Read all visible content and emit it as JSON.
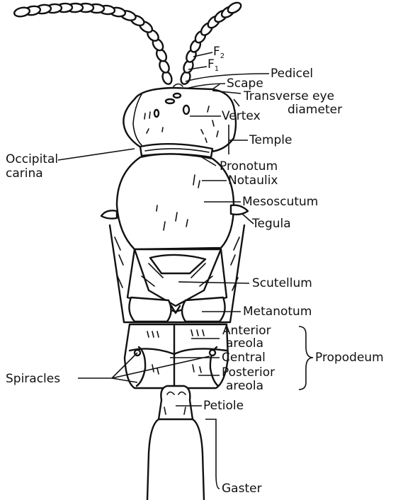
{
  "labels": {
    "f2": "F",
    "f2_sub": "2",
    "f1": "F",
    "f1_sub": "1",
    "pedicel": "Pedicel",
    "scape": "Scape",
    "transverse_eye_1": "Transverse eye",
    "transverse_eye_2": "diameter",
    "vertex": "Vertex",
    "temple": "Temple",
    "occipital_1": "Occipital",
    "occipital_2": "carina",
    "pronotum": "Pronotum",
    "notaulix": "Notaulix",
    "mesoscutum": "Mesoscutum",
    "tegula": "Tegula",
    "scutellum": "Scutellum",
    "metanotum": "Metanotum",
    "anterior_1": "Anterior",
    "anterior_2": "areola",
    "central": "Central",
    "propodeum": "Propodeum",
    "posterior_1": "Posterior",
    "posterior_2": "areola",
    "spiracles": "Spiracles",
    "petiole": "Petiole",
    "gaster": "Gaster"
  },
  "colors": {
    "ink": "#111111",
    "background": "#ffffff"
  }
}
